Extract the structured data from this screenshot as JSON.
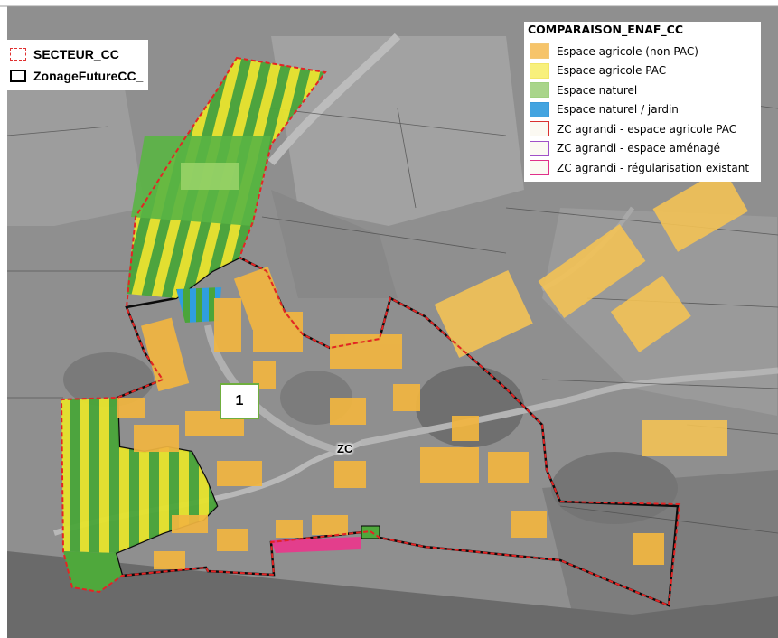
{
  "map": {
    "legend_left": {
      "items": [
        {
          "label": "SECTEUR_CC",
          "symbol": "dashed-red-outline",
          "color": "#e03030"
        },
        {
          "label": "ZonageFutureCC_",
          "symbol": "solid-black-outline",
          "color": "#000000"
        }
      ]
    },
    "legend_right": {
      "title": "COMPARAISON_ENAF_CC",
      "items": [
        {
          "label": "Espace agricole (non PAC)",
          "fill": "#f6c46a",
          "outline": "#f2c877"
        },
        {
          "label": "Espace agricole PAC",
          "fill": "#f5ee7a",
          "outline": "#f2e66a"
        },
        {
          "label": "Espace naturel",
          "fill": "#a9d58a",
          "outline": "#9fd080"
        },
        {
          "label": "Espace naturel / jardin",
          "fill": "#43a4e0",
          "outline": "#3b9ad8"
        },
        {
          "label": "ZC agrandi - espace agricole PAC",
          "fill": "#ffffff",
          "outline": "#d93030"
        },
        {
          "label": "ZC agrandi - espace aménagé",
          "fill": "#ffffff",
          "outline": "#a050c8"
        },
        {
          "label": "ZC agrandi - régularisation existant",
          "fill": "#ffffff",
          "outline": "#e0308a"
        }
      ]
    },
    "labels": {
      "zone_number": "1",
      "zone_code": "ZC"
    },
    "colors": {
      "pac_yellow": "#e8e42a",
      "natural_green": "#52ae3c",
      "garden_blue": "#3aa8e8",
      "building_orange": "#f4b93c",
      "regularisation_pink": "#e83a8c",
      "secteur_outline": "#e02020",
      "zonage_outline": "#000000"
    }
  }
}
